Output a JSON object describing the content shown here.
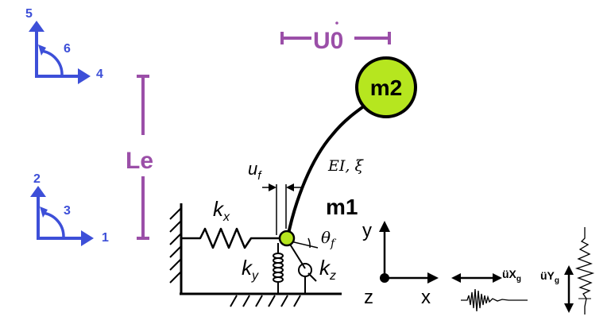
{
  "dof_labels": {
    "d1": "1",
    "d2": "2",
    "d3": "3",
    "d4": "4",
    "d5": "5",
    "d6": "6"
  },
  "masses": {
    "top": "m2",
    "base": "m1"
  },
  "dimensions": {
    "offset": "U0",
    "height": "Le"
  },
  "symbols": {
    "kx": "k",
    "kx_sub": "x",
    "ky": "k",
    "ky_sub": "y",
    "kz": "k",
    "kz_sub": "z",
    "uf": "u",
    "uf_sub": "f",
    "theta": "θ",
    "theta_sub": "f",
    "column": "EI, ξ"
  },
  "axes": {
    "x": "x",
    "y": "y",
    "z": "z"
  },
  "ground_motion": {
    "horizontal": "üX",
    "horizontal_sub": "g",
    "vertical": "üY",
    "vertical_sub": "g"
  },
  "colors": {
    "dof_blue": "#3d4fd8",
    "dimension_purple": "#9b4fa8",
    "mass_green": "#b6e61f"
  }
}
